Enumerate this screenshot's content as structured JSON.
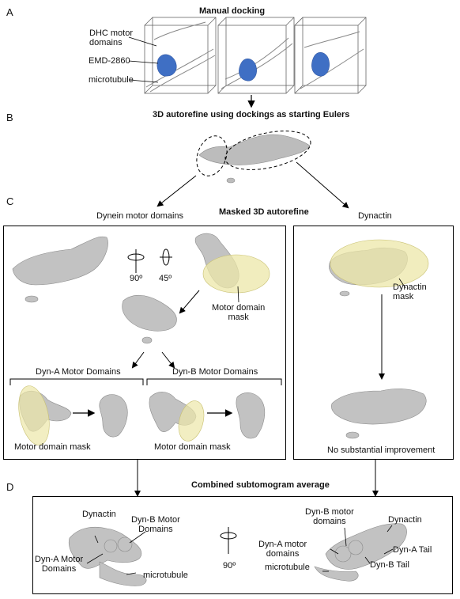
{
  "panels": {
    "A": "A",
    "B": "B",
    "C": "C",
    "D": "D"
  },
  "panel_a": {
    "title": "Manual docking",
    "labels": {
      "dhc": "DHC motor\ndomains",
      "emd": "EMD-2860",
      "mt": "microtubule"
    }
  },
  "panel_b": {
    "title": "3D autorefine using dockings as starting Eulers"
  },
  "panel_c": {
    "title": "Masked 3D autorefine",
    "left_heading": "Dynein motor domains",
    "right_heading": "Dynactin",
    "rot_90": "90º",
    "rot_45": "45º",
    "motor_mask": "Motor domain\nmask",
    "dyn_a_heading": "Dyn-A Motor Domains",
    "dyn_b_heading": "Dyn-B Motor Domains",
    "motor_mask_a": "Motor domain mask",
    "motor_mask_b": "Motor domain mask",
    "dynactin_mask": "Dynactin\nmask",
    "no_improvement": "No substantial improvement"
  },
  "panel_d": {
    "title": "Combined subtomogram average",
    "left": {
      "dynactin": "Dynactin",
      "dyn_b": "Dyn-B Motor\nDomains",
      "dyn_a": "Dyn-A Motor\nDomains",
      "mt": "microtubule"
    },
    "rot_90": "90º",
    "right": {
      "dyn_b": "Dyn-B motor\ndomains",
      "dynactin": "Dynactin",
      "dyn_a": "Dyn-A motor\ndomains",
      "dyn_a_tail": "Dyn-A Tail",
      "dyn_b_tail": "Dyn-B Tail",
      "mt": "microtubule"
    }
  },
  "colors": {
    "density": "#b8b8b8",
    "density_dark": "#7d7d7d",
    "emd_blue": "#3f6fc4",
    "mask_yellow": "#ece7a8"
  }
}
